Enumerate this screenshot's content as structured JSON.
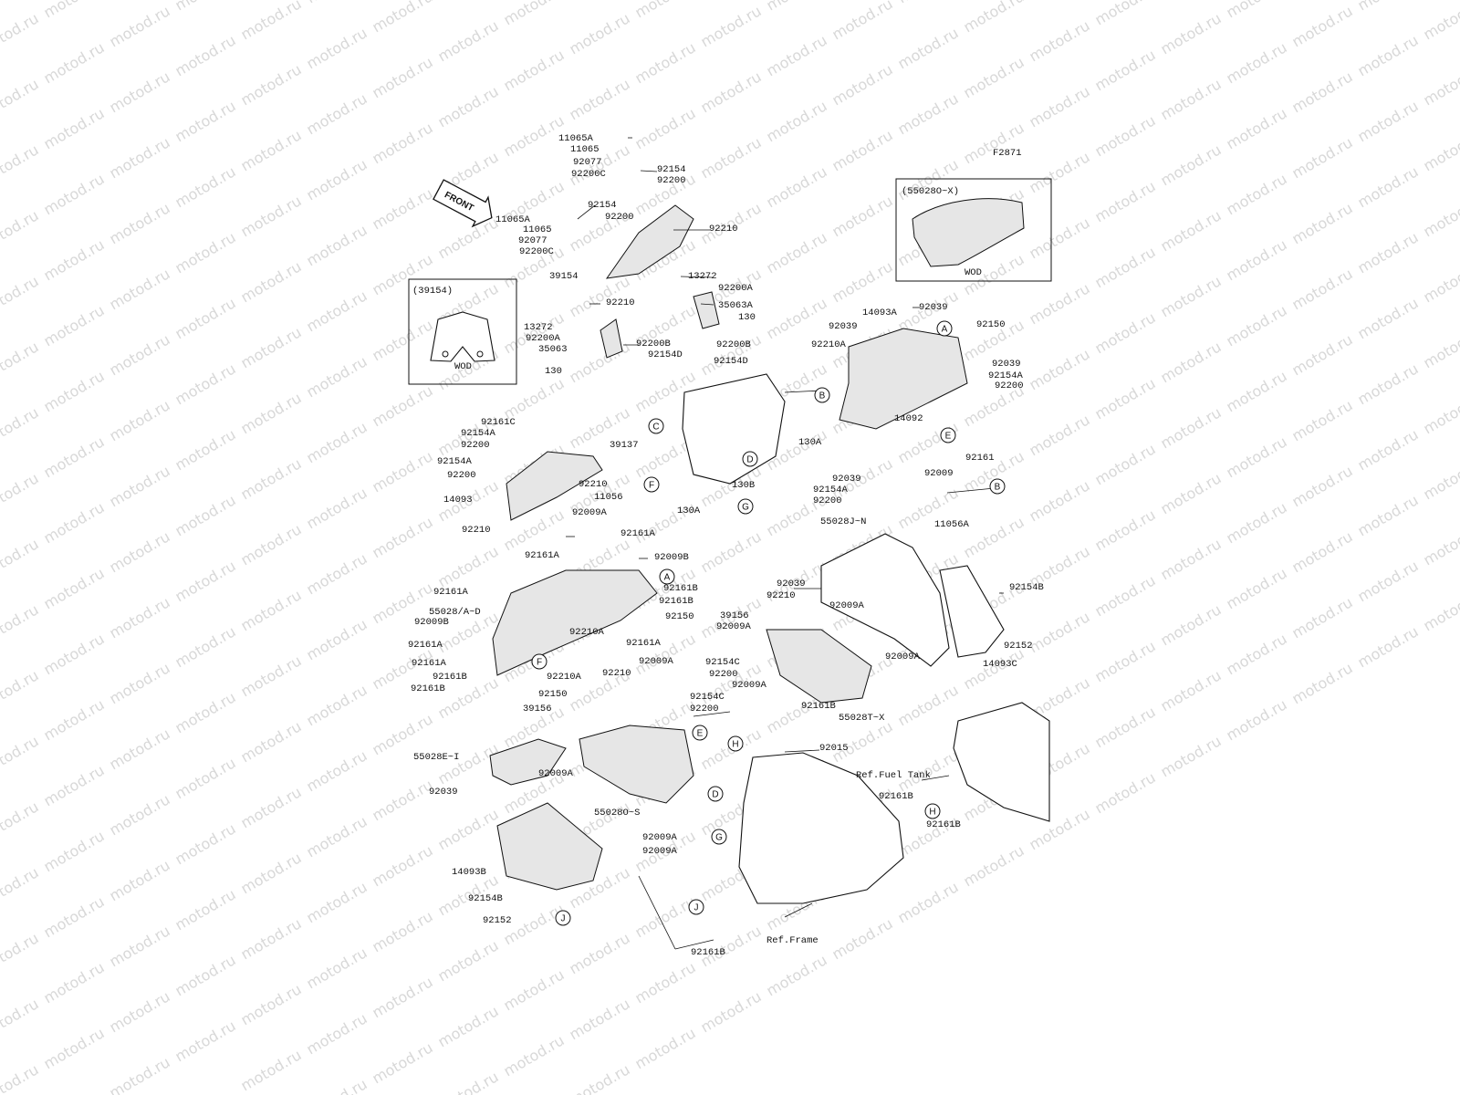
{
  "diagram_code": "F2871",
  "front_label": "FRONT",
  "wod_label": "WOD",
  "watermark": "motod.ru",
  "insets": [
    {
      "id": "inset-39154",
      "title": "(39154)",
      "footer": "WOD"
    },
    {
      "id": "inset-55028o-x",
      "title": "(55028O~X)",
      "footer": "WOD"
    }
  ],
  "refs": {
    "fuel_tank": "Ref.Fuel Tank",
    "frame": "Ref.Frame"
  },
  "labels": [
    {
      "t": "11065A"
    },
    {
      "t": "11065"
    },
    {
      "t": "92077"
    },
    {
      "t": "92200C"
    },
    {
      "t": "92154"
    },
    {
      "t": "92200"
    },
    {
      "t": "92154"
    },
    {
      "t": "92200"
    },
    {
      "t": "11065A"
    },
    {
      "t": "11065"
    },
    {
      "t": "92077"
    },
    {
      "t": "92200C"
    },
    {
      "t": "92210"
    },
    {
      "t": "39154"
    },
    {
      "t": "13272"
    },
    {
      "t": "92200A"
    },
    {
      "t": "35063A"
    },
    {
      "t": "130"
    },
    {
      "t": "92210"
    },
    {
      "t": "13272"
    },
    {
      "t": "92200A"
    },
    {
      "t": "35063"
    },
    {
      "t": "92200B"
    },
    {
      "t": "92154D"
    },
    {
      "t": "92200B"
    },
    {
      "t": "92154D"
    },
    {
      "t": "130"
    },
    {
      "t": "14093A"
    },
    {
      "t": "92039"
    },
    {
      "t": "92039"
    },
    {
      "t": "92150"
    },
    {
      "t": "92210A"
    },
    {
      "t": "92039"
    },
    {
      "t": "92154A"
    },
    {
      "t": "92200"
    },
    {
      "t": "14092"
    },
    {
      "t": "39137"
    },
    {
      "t": "130A"
    },
    {
      "t": "130B"
    },
    {
      "t": "130A"
    },
    {
      "t": "92039"
    },
    {
      "t": "92154A"
    },
    {
      "t": "92200"
    },
    {
      "t": "92009"
    },
    {
      "t": "92161"
    },
    {
      "t": "11056A"
    },
    {
      "t": "92161C"
    },
    {
      "t": "92154A"
    },
    {
      "t": "92200"
    },
    {
      "t": "92154A"
    },
    {
      "t": "92200"
    },
    {
      "t": "92210"
    },
    {
      "t": "14093"
    },
    {
      "t": "11056"
    },
    {
      "t": "92009A"
    },
    {
      "t": "92210"
    },
    {
      "t": "92161A"
    },
    {
      "t": "92161A"
    },
    {
      "t": "92009B"
    },
    {
      "t": "92161A"
    },
    {
      "t": "92161B"
    },
    {
      "t": "55028/A~D"
    },
    {
      "t": "92161B"
    },
    {
      "t": "92009B"
    },
    {
      "t": "92150"
    },
    {
      "t": "92210A"
    },
    {
      "t": "92161A"
    },
    {
      "t": "92161A"
    },
    {
      "t": "92161A"
    },
    {
      "t": "92210A"
    },
    {
      "t": "92161B"
    },
    {
      "t": "92161B"
    },
    {
      "t": "92150"
    },
    {
      "t": "55028J~N"
    },
    {
      "t": "92039"
    },
    {
      "t": "92210"
    },
    {
      "t": "39156"
    },
    {
      "t": "92009A"
    },
    {
      "t": "92009A"
    },
    {
      "t": "92154B"
    },
    {
      "t": "92152"
    },
    {
      "t": "14093C"
    },
    {
      "t": "92009A"
    },
    {
      "t": "92154C"
    },
    {
      "t": "92200"
    },
    {
      "t": "92009A"
    },
    {
      "t": "92161B"
    },
    {
      "t": "55028T~X"
    },
    {
      "t": "92210"
    },
    {
      "t": "92009A"
    },
    {
      "t": "92154C"
    },
    {
      "t": "92200"
    },
    {
      "t": "39156"
    },
    {
      "t": "55028E~I"
    },
    {
      "t": "92009A"
    },
    {
      "t": "92039"
    },
    {
      "t": "55028O~S"
    },
    {
      "t": "92009A"
    },
    {
      "t": "92009A"
    },
    {
      "t": "92015"
    },
    {
      "t": "92161B"
    },
    {
      "t": "92161B"
    },
    {
      "t": "14093B"
    },
    {
      "t": "92154B"
    },
    {
      "t": "92152"
    },
    {
      "t": "92161B"
    }
  ],
  "callouts": [
    {
      "t": "A"
    },
    {
      "t": "B"
    },
    {
      "t": "C"
    },
    {
      "t": "D"
    },
    {
      "t": "E"
    },
    {
      "t": "F"
    },
    {
      "t": "G"
    },
    {
      "t": "B"
    },
    {
      "t": "A"
    },
    {
      "t": "F"
    },
    {
      "t": "E"
    },
    {
      "t": "H"
    },
    {
      "t": "D"
    },
    {
      "t": "G"
    },
    {
      "t": "H"
    },
    {
      "t": "J"
    },
    {
      "t": "J"
    }
  ]
}
